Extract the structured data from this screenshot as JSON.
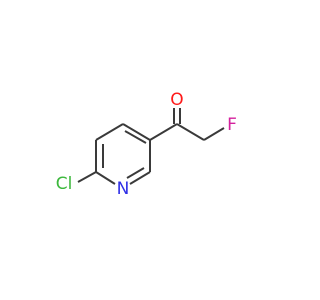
{
  "molecule": {
    "atoms": {
      "chlorine": {
        "symbol": "Cl",
        "color": "#3cb83c"
      },
      "nitrogen": {
        "symbol": "N",
        "color": "#2f2fe6"
      },
      "oxygen": {
        "symbol": "O",
        "color": "#ff1a1a"
      },
      "fluorine": {
        "symbol": "F",
        "color": "#d4209d"
      }
    },
    "bond_color": "#3a3a3a",
    "background_color": "#ffffff"
  }
}
